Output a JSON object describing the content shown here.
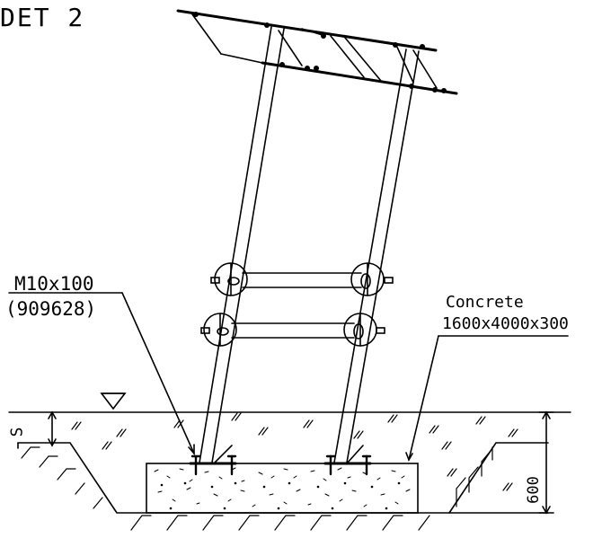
{
  "title": "DET 2",
  "callouts": {
    "bolt": "M10x100",
    "part_number": "(909628)",
    "concrete_title": "Concrete",
    "concrete_dims": "1600x4000x300"
  },
  "dimensions": {
    "depth": "600",
    "cover": "S"
  },
  "colors": {
    "line": "#000000",
    "background": "#ffffff"
  }
}
